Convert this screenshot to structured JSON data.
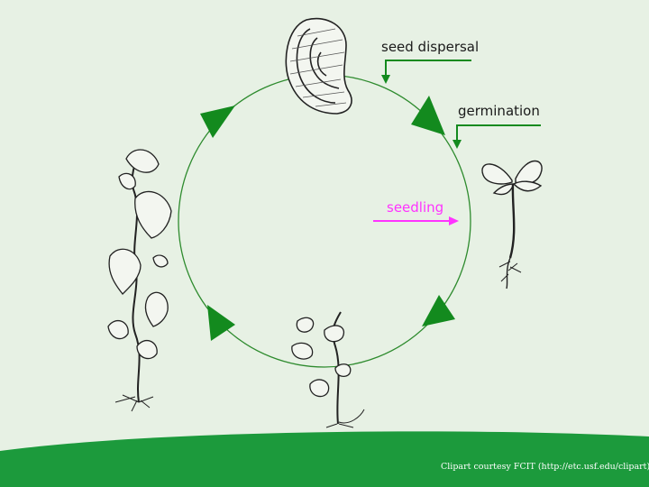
{
  "labels": {
    "seed_dispersal": "seed dispersal",
    "germination": "germination",
    "seedling": "seedling"
  },
  "credit": "Clipart courtesy FCIT (http://etc.usf.edu/clipart)",
  "colors": {
    "background": "#e7f1e4",
    "cycle": "#2e8b2e",
    "arrowhead": "#138a1e",
    "pointer": "#138a1e",
    "seedling_arrow": "#ff33ff",
    "footer": "#1c9a3c",
    "ink": "#222222"
  },
  "icons": [
    "seed-icon",
    "sprout-icon",
    "young-vine-icon",
    "flowering-vine-icon"
  ]
}
